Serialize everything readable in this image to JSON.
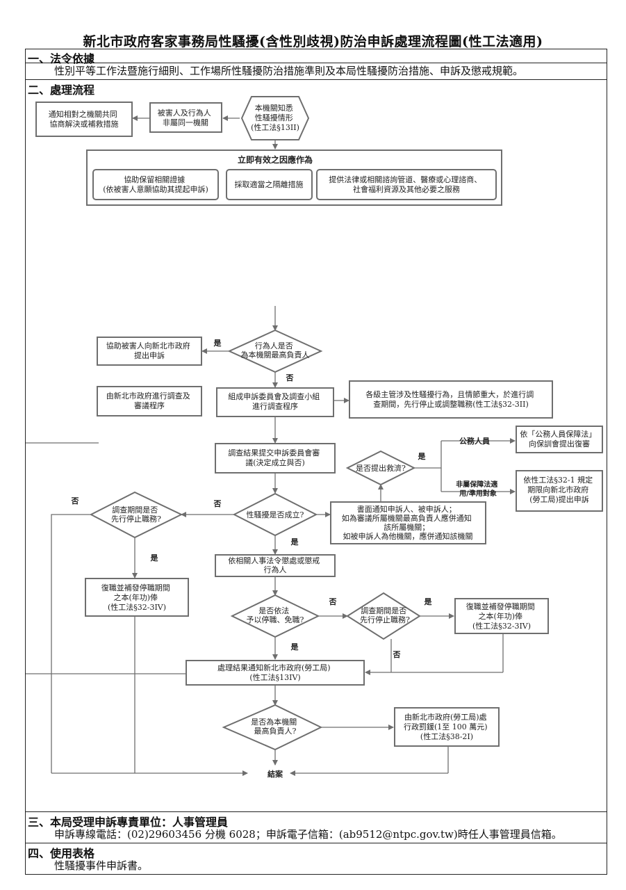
{
  "title": "新北市政府客家事務局性騷擾(含性別歧視)防治申訴處理流程圖(性工法適用)",
  "sections": {
    "law": {
      "title": "一、法令依據",
      "text": "性別平等工作法暨施行細則、工作場所性騷擾防治措施準則及本局性騷擾防治措施、申訴及懲戒規範。"
    },
    "process": {
      "title": "二、處理流程"
    },
    "unit": {
      "title": "三、本局受理申訴專責單位：人事管理員",
      "text": "申訴專線電話：(02)29603456 分機 6028；申訴電子信箱：(ab9512@ntpc.gov.tw)時任人事管理員信箱。"
    },
    "forms": {
      "title": "四、使用表格",
      "text": "性騷擾事件申訴書。"
    }
  },
  "flow": {
    "know": [
      "本機關知悉",
      "性騷擾情形",
      "(性工法§13II)"
    ],
    "not_same": [
      "被害人及行為人",
      "非屬同一機關"
    ],
    "notify_other": [
      "通知相對之機關共同",
      "協商解決或補救措施"
    ],
    "immediate_title": "立即有效之因應作為",
    "evidence": [
      "協助保留相關證據",
      "(依被害人意願協助其提起申訴)"
    ],
    "isolation": "採取適當之隔離措施",
    "services": [
      "提供法律或相關諮詢管道、醫療或心理諮商、",
      "社會福利資源及其他必要之服務"
    ],
    "q_top_manager": [
      "行為人是否",
      "為本機關最高負責人"
    ],
    "assist_city": [
      "協助被害人向新北市政府",
      "提出申訴"
    ],
    "city_investigate": [
      "由新北市政府進行調查及",
      "審議程序"
    ],
    "form_committee": [
      "組成申訴委員會及調查小組",
      "進行調查程序"
    ],
    "suspend_supervisor": [
      "各級主管涉及性騷擾行為，且情節重大，於進行調",
      "查期間，先行停止或調整職務(性工法§32-3II)"
    ],
    "submit_result": [
      "調查結果提交申訴委員會審",
      "議(決定成立與否)"
    ],
    "q_relief": "是否提出救濟?",
    "civil_servant": "公務人員",
    "civil_action": [
      "依「公務人員保障法」",
      "向保訓會提出復審"
    ],
    "non_civil": [
      "非屬保障法適",
      "用/準用對象"
    ],
    "non_civil_action": [
      "依性工法§32-1 規定",
      "期限向新北市政府",
      "(勞工局)提出申訴"
    ],
    "q_established": "性騷擾是否成立?",
    "written_notice": [
      "書面通知申訴人、被申訴人；",
      "如為審議所屬機關最高負責人應併通知",
      "該所屬機關；",
      "如被申訴人為他機關，應併通知該機關"
    ],
    "q_suspended_left": [
      "調查期間是否",
      "先行停止職務?"
    ],
    "reinstate_left": [
      "復職並補發停職期間",
      "之本(年功)俸",
      "(性工法§32-3IV)"
    ],
    "discipline": [
      "依相關人事法令懲處或懲戒",
      "行為人"
    ],
    "q_dismiss": [
      "是否依法",
      "予以停職、免職?"
    ],
    "q_suspended_right": [
      "調查期間是否",
      "先行停止職務?"
    ],
    "reinstate_right": [
      "復職並補發停職期間",
      "之本(年功)俸",
      "(性工法§32-3IV)"
    ],
    "notify_labor": [
      "處理結果通知新北市政府(勞工局)",
      "(性工法§13IV)"
    ],
    "q_top_manager2": [
      "是否為本機關",
      "最高負責人?"
    ],
    "fine": [
      "由新北市政府(勞工局)處",
      "行政罰鍰(1至 100 萬元)",
      "(性工法§38-2I)"
    ],
    "close": "結案",
    "yes": "是",
    "no": "否"
  }
}
